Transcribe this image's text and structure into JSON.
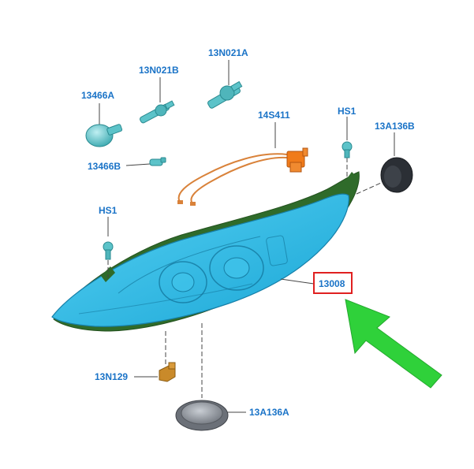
{
  "colors": {
    "label": "#1a73c7",
    "leader": "#444444",
    "lamp_fill": "#26b8e6",
    "lamp_edge": "#2f6b2a",
    "part_teal": "#5cc3c9",
    "harness": "#d9823a",
    "connector": "#f07b1a",
    "highlight_box": "#e02020",
    "arrow": "#2fd13a",
    "grommet": "#2b2f35",
    "cap": "#8a9098"
  },
  "parts": [
    {
      "id": "13466A",
      "label": "13466A"
    },
    {
      "id": "13N021B",
      "label": "13N021B"
    },
    {
      "id": "13N021A",
      "label": "13N021A"
    },
    {
      "id": "14S411",
      "label": "14S411"
    },
    {
      "id": "HS1_top",
      "label": "HS1"
    },
    {
      "id": "13A136B",
      "label": "13A136B"
    },
    {
      "id": "13466B",
      "label": "13466B"
    },
    {
      "id": "HS1_left",
      "label": "HS1"
    },
    {
      "id": "13008",
      "label": "13008",
      "highlighted": true
    },
    {
      "id": "13N129",
      "label": "13N129"
    },
    {
      "id": "13A136A",
      "label": "13A136A"
    }
  ],
  "icons": {
    "pointer": "arrow-pointer-icon"
  }
}
